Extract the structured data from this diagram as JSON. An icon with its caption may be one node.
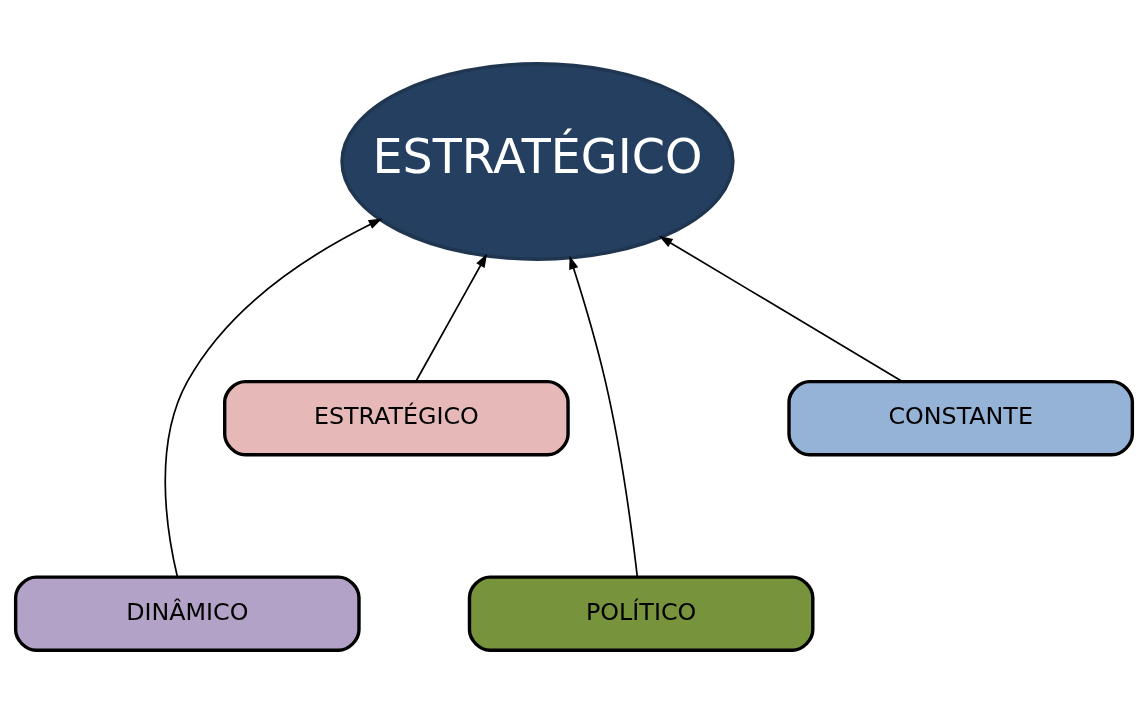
{
  "diagram": {
    "nodes": [
      {
        "text": [
          "ESTRATÉGICO"
        ]
      },
      {
        "text": [
          "ESTRATÉGICO"
        ]
      },
      {
        "text": [
          "CONSTANTE"
        ]
      },
      {
        "text": [
          "DINÂMICO"
        ]
      },
      {
        "text": [
          "POLÍTICO"
        ]
      }
    ],
    "edges": [
      {
        "from": 1,
        "to": 0,
        "arrow": "to"
      },
      {
        "from": 3,
        "to": 0,
        "arrow": "to"
      },
      {
        "from": 4,
        "to": 0,
        "arrow": "to"
      },
      {
        "from": 2,
        "to": 0,
        "arrow": "to"
      }
    ]
  }
}
